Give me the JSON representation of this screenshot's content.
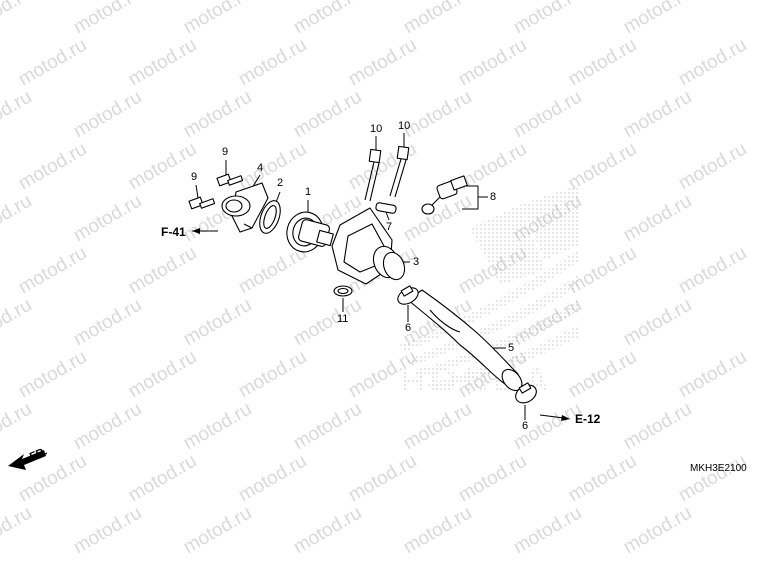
{
  "watermark": {
    "text": "motod.ru",
    "color": "#d9d9d9"
  },
  "diagram": {
    "part_numbers": [
      "1",
      "2",
      "3",
      "4",
      "5",
      "6",
      "6",
      "7",
      "8",
      "9",
      "9",
      "10",
      "10",
      "11"
    ],
    "references": {
      "left": "F-41",
      "right": "E-12"
    },
    "front_label": "FR.",
    "figure_code": "MKH3E2100"
  }
}
